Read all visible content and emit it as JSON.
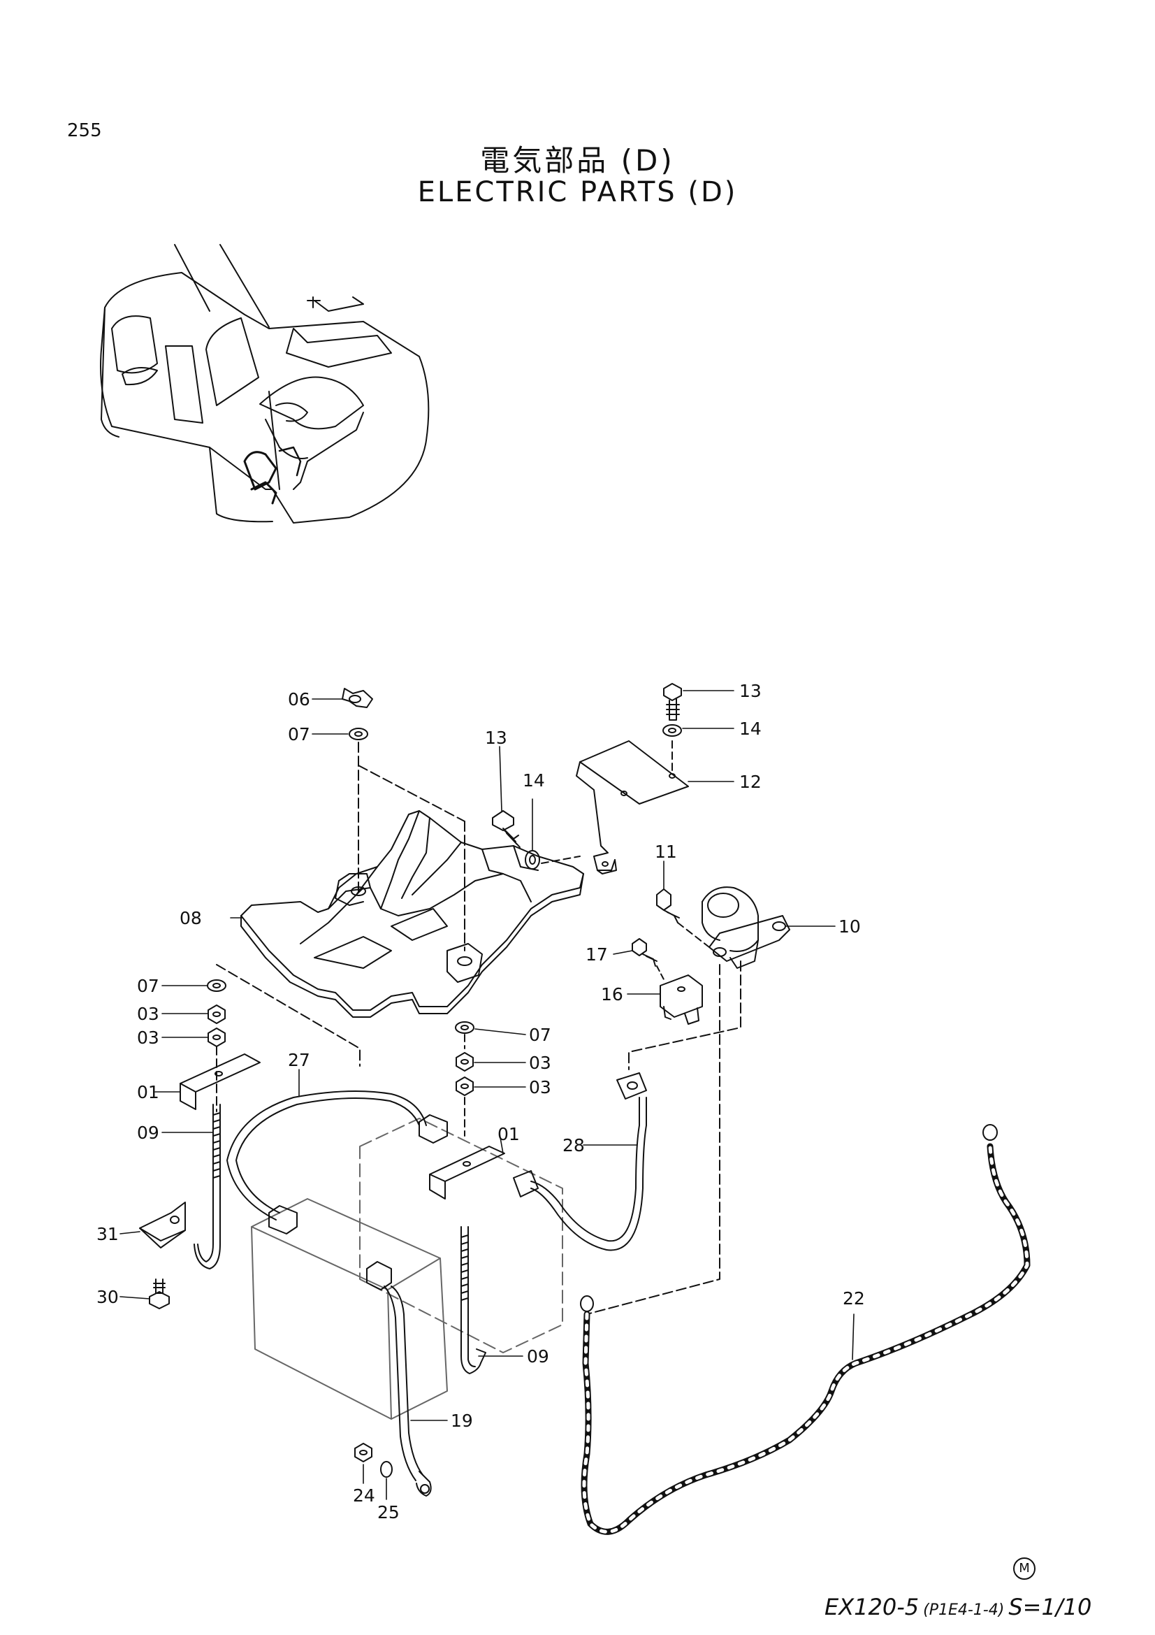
{
  "page_number": "255",
  "title_jp": "電気部品 (D)",
  "title_en": "ELECTRIC PARTS (D)",
  "footer": {
    "model": "EX120-5",
    "code": "(P1E4-1-4)",
    "scale": "S=1/10",
    "mark": "M"
  },
  "callouts": {
    "c06": "06",
    "c07a": "07",
    "c13a": "13",
    "c14a": "14",
    "c13b": "13",
    "c14b": "14",
    "c12": "12",
    "c11": "11",
    "c10": "10",
    "c08": "08",
    "c17": "17",
    "c16": "16",
    "c07b": "07",
    "c03a": "03",
    "c03b": "03",
    "c07c": "07",
    "c03c": "03",
    "c03d": "03",
    "c27": "27",
    "c01a": "01",
    "c01b": "01",
    "c09a": "09",
    "c28": "28",
    "c31": "31",
    "c30": "30",
    "c22": "22",
    "c09b": "09",
    "c19": "19",
    "c24": "24",
    "c25": "25"
  }
}
